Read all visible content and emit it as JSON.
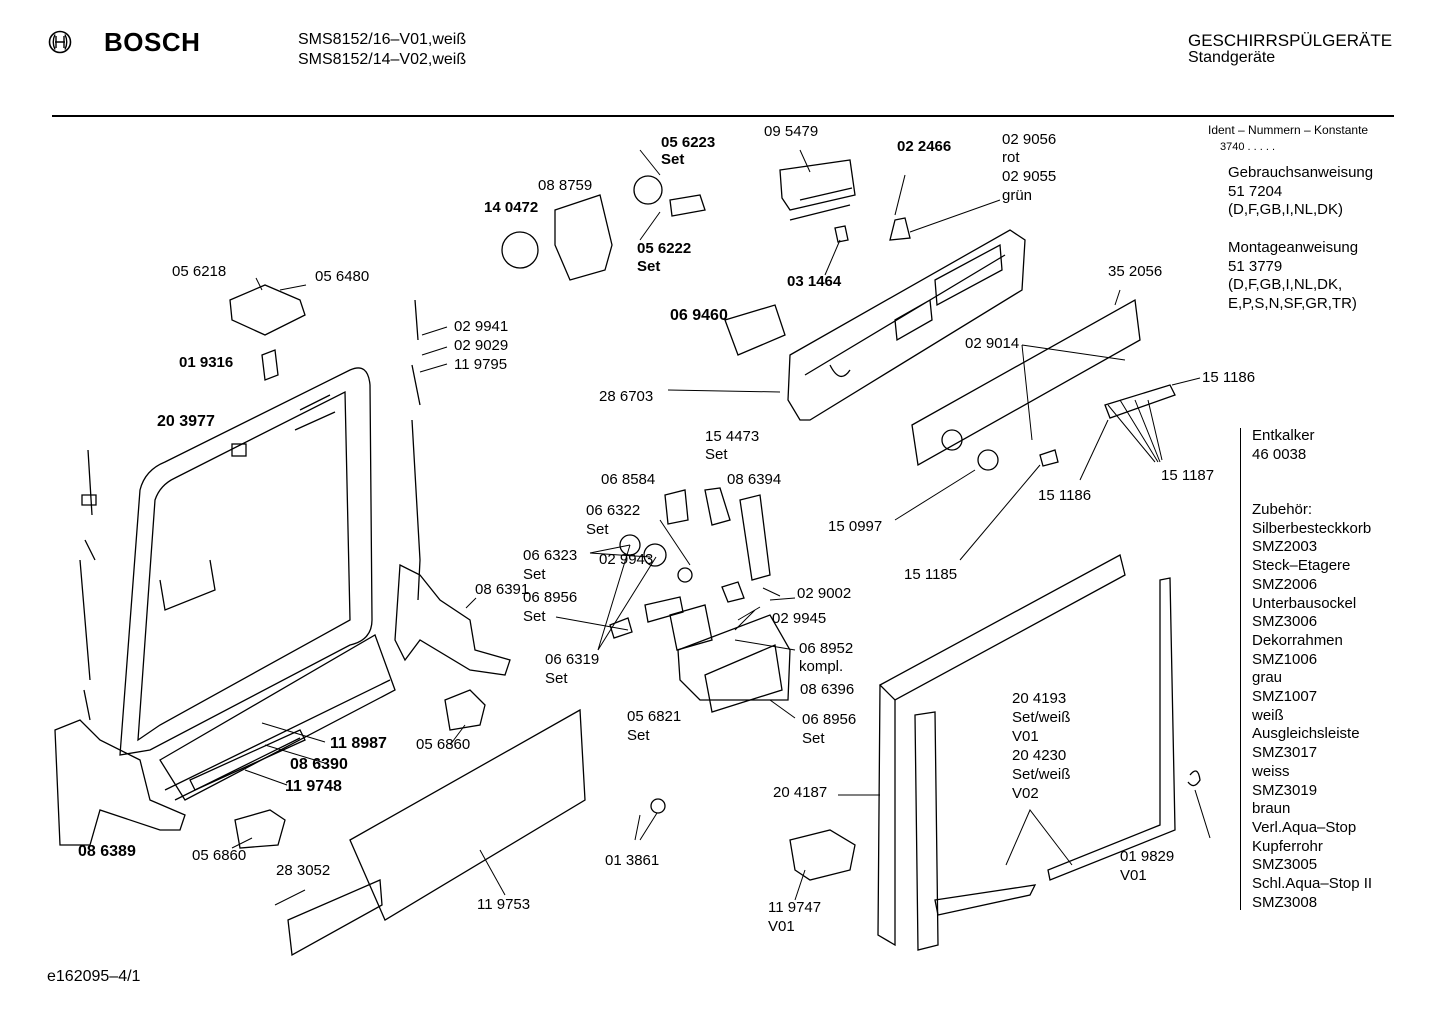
{
  "header": {
    "brand": "BOSCH",
    "models": [
      "SMS8152/16–V01,weiß",
      "SMS8152/14–V02,weiß"
    ],
    "category": "GESCHIRRSPÜLGERÄTE",
    "subcategory": "Standgeräte",
    "ident_label": "Ident – Nummern – Konstante",
    "ident_value": "3740 . . . . ."
  },
  "side_info": {
    "manual": [
      "Gebrauchsanweisung",
      "51 7204",
      "(D,F,GB,I,NL,DK)"
    ],
    "install": [
      "Montageanweisung",
      "51 3779",
      "(D,F,GB,I,NL,DK,",
      "E,P,S,N,SF,GR,TR)"
    ],
    "descaler": [
      "Entkalker",
      "46 0038"
    ],
    "accessories": [
      "Zubehör:",
      "Silberbesteckkorb",
      "SMZ2003",
      "Steck–Etagere",
      "SMZ2006",
      "Unterbausockel",
      "SMZ3006",
      "Dekorrahmen",
      "SMZ1006",
      "grau",
      "SMZ1007",
      "weiß",
      "Ausgleichsleiste",
      "SMZ3017",
      "weiss",
      "SMZ3019",
      "braun",
      "Verl.Aqua–Stop",
      "Kupferrohr",
      "SMZ3005",
      "Schl.Aqua–Stop II",
      "SMZ3008"
    ]
  },
  "labels": {
    "p056223": "05 6223",
    "p056223_set": "Set",
    "p095479": "09 5479",
    "p022466": "02 2466",
    "p029056": "02 9056",
    "p029056_c": "rot",
    "p029055": "02 9055",
    "p029055_c": "grün",
    "p088759": "08 8759",
    "p140472": "14 0472",
    "p056222": "05 6222",
    "p056222_set": "Set",
    "p031464": "03 1464",
    "p056218": "05 6218",
    "p056480": "05 6480",
    "p069460": "06 9460",
    "p352056": "35 2056",
    "p029941": "02 9941",
    "p029029": "02 9029",
    "p119795": "11 9795",
    "p019316": "01 9316",
    "p029014": "02 9014",
    "p286703": "28 6703",
    "p151186a": "15 1186",
    "p203977": "20 3977",
    "p154473": "15 4473",
    "p154473_set": "Set",
    "p068584": "06 8584",
    "p086394": "08 6394",
    "p151186b": "15 1186",
    "p151187": "15 1187",
    "p066322": "06 6322",
    "p066322_set": "Set",
    "p150997": "15 0997",
    "p066323": "06 6323",
    "p066323_set": "Set",
    "p029943": "02 9943",
    "p086391": "08 6391",
    "p029002": "02 9002",
    "p151185": "15 1185",
    "p068956a": "06 8956",
    "p068956a_set": "Set",
    "p029945": "02 9945",
    "p068952": "06 8952",
    "p068952_k": "kompl.",
    "p066319": "06 6319",
    "p066319_set": "Set",
    "p086396": "08 6396",
    "p056860a": "05 6860",
    "p056821": "05 6821",
    "p056821_set": "Set",
    "p068956b": "06 8956",
    "p068956b_set": "Set",
    "p204193": "20 4193",
    "p204193_s": "Set/weiß",
    "p204193_v": "V01",
    "p204230": "20 4230",
    "p204230_s": "Set/weiß",
    "p204230_v": "V02",
    "p118987": "11 8987",
    "p086390": "08 6390",
    "p119748": "11 9748",
    "p204187": "20 4187",
    "p086389": "08 6389",
    "p056860b": "05 6860",
    "p013861": "01 3861",
    "p283052": "28 3052",
    "p119753": "11 9753",
    "p119747": "11 9747",
    "p119747_v": "V01",
    "p019829": "01 9829",
    "p019829_v": "V01"
  },
  "footer": {
    "drawing_id": "e162095–4/1"
  }
}
